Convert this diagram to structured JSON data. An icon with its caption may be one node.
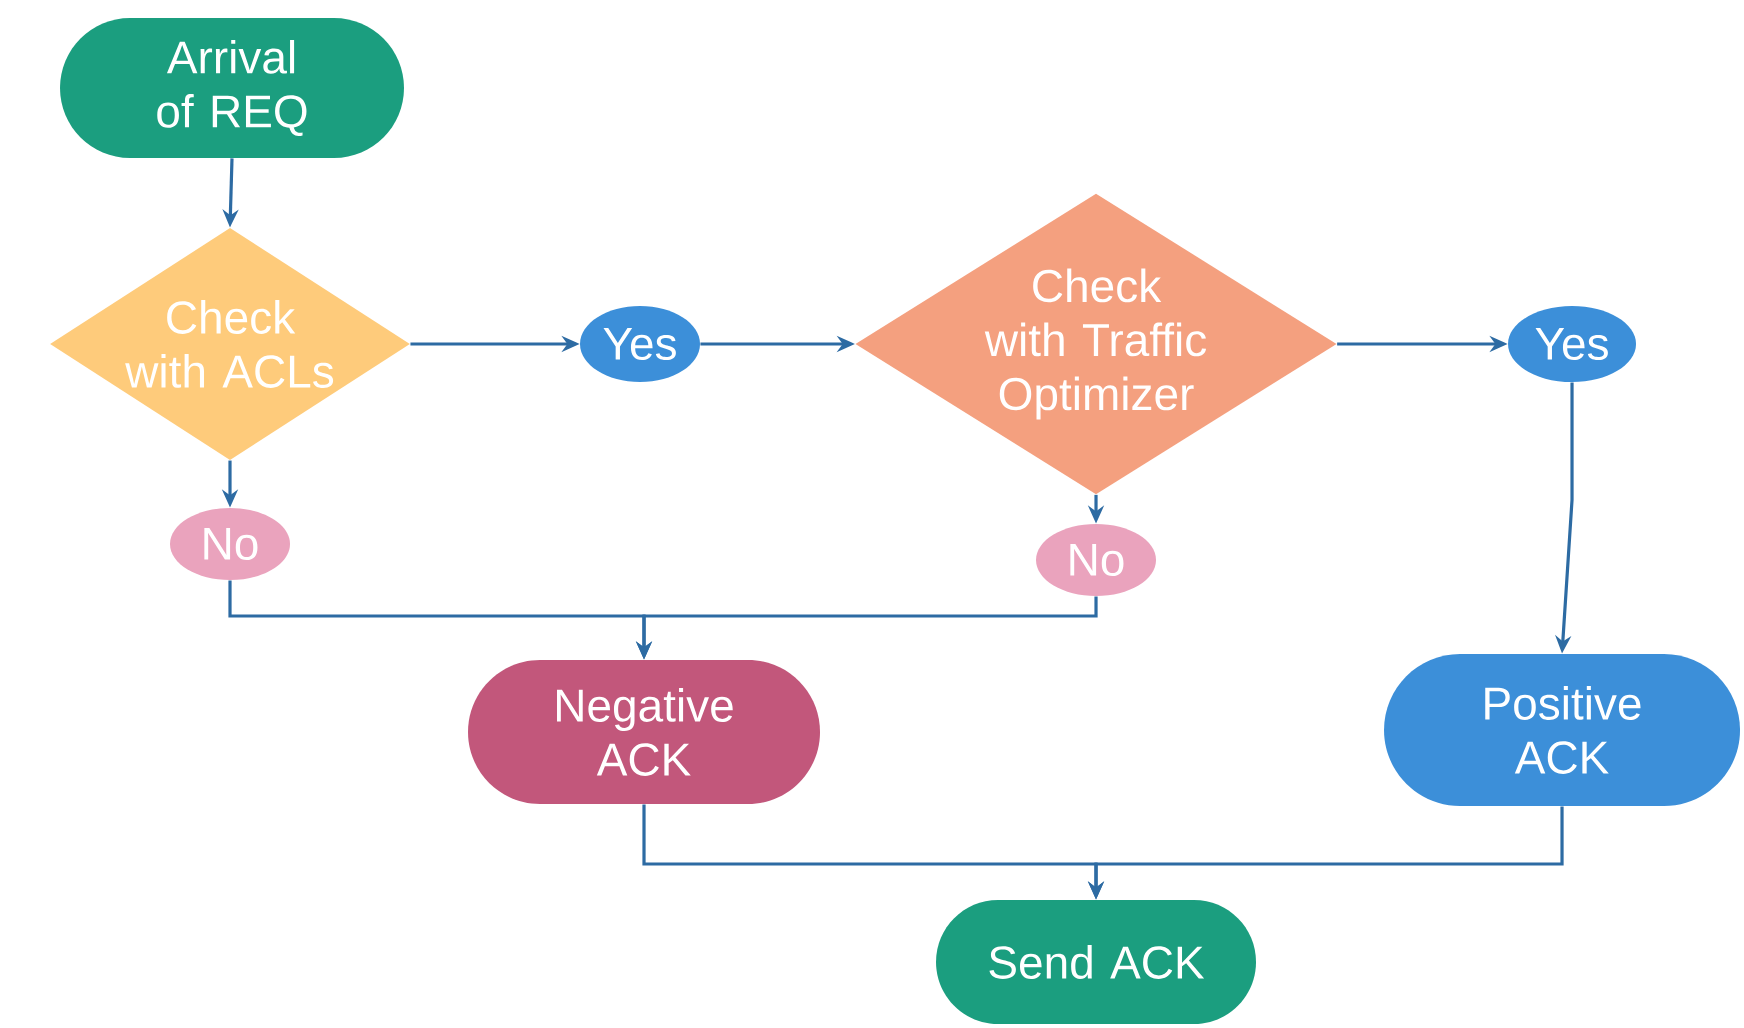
{
  "diagram": {
    "nodes": [
      {
        "text": [
          "Arrival of REQ"
        ]
      },
      {
        "text": [
          "Check with ACLs"
        ]
      },
      {
        "text": [
          "Yes"
        ]
      },
      {
        "text": [
          "Check with Traffic Optimizer"
        ]
      },
      {
        "text": [
          "Yes"
        ]
      },
      {
        "text": [
          "No"
        ]
      },
      {
        "text": [
          "No"
        ]
      },
      {
        "text": [
          "Negative ACK"
        ]
      },
      {
        "text": [
          "Positive ACK"
        ]
      },
      {
        "text": [
          "Send ACK"
        ]
      }
    ],
    "edges": [
      {
        "from": 0,
        "to": 1,
        "arrow": "to"
      },
      {
        "from": 1,
        "to": 2,
        "arrow": "to"
      },
      {
        "from": 2,
        "to": 3,
        "arrow": "to"
      },
      {
        "from": 3,
        "to": 4,
        "arrow": "to"
      },
      {
        "from": 1,
        "to": 5,
        "arrow": "to"
      },
      {
        "from": 3,
        "to": 6,
        "arrow": "to"
      },
      {
        "from": 5,
        "to": 7,
        "arrow": "to"
      },
      {
        "from": 6,
        "to": 7,
        "arrow": "to"
      },
      {
        "from": 4,
        "to": 8,
        "arrow": "to"
      },
      {
        "from": 7,
        "to": 9,
        "arrow": "to"
      },
      {
        "from": 8,
        "to": 9,
        "arrow": "to"
      }
    ]
  }
}
